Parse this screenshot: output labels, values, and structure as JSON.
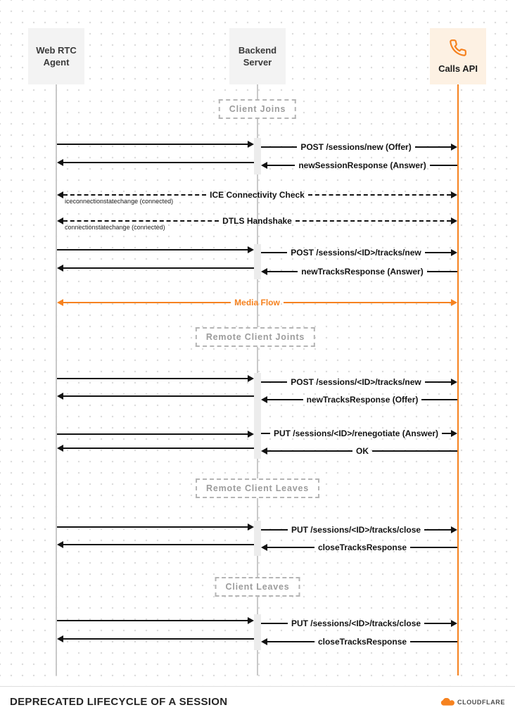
{
  "participants": {
    "agent": {
      "line1": "Web RTC",
      "line2": "Agent"
    },
    "backend": {
      "line1": "Backend",
      "line2": "Server"
    },
    "api": {
      "label": "Calls API"
    }
  },
  "sections": {
    "s1": "Client Joins",
    "s2": "Remote Client Joints",
    "s3": "Remote Client Leaves",
    "s4": "Client Leaves"
  },
  "messages": {
    "m1": "POST /sessions/new (Offer)",
    "m2": "newSessionResponse (Answer)",
    "ice": "ICE Connectivity Check",
    "ice_note": "iceconnectionstatechange (connected)",
    "dtls": "DTLS Handshake",
    "dtls_note": "connectionstatechange (connected)",
    "m3": "POST /sessions/<ID>/tracks/new",
    "m4": "newTracksResponse (Answer)",
    "media": "Media Flow",
    "m5": "POST /sessions/<ID>/tracks/new",
    "m6": "newTracksResponse (Offer)",
    "m7": "PUT /sessions/<ID>/renegotiate (Answer)",
    "m8": "OK",
    "m9": "PUT /sessions/<ID>/tracks/close",
    "m10": "closeTracksResponse",
    "m11": "PUT /sessions/<ID>/tracks/close",
    "m12": "closeTracksResponse"
  },
  "footer": {
    "title": "DEPRECATED LIFECYCLE OF A SESSION",
    "brand": "CLOUDFLARE"
  },
  "colors": {
    "accent": "#f6821f"
  }
}
